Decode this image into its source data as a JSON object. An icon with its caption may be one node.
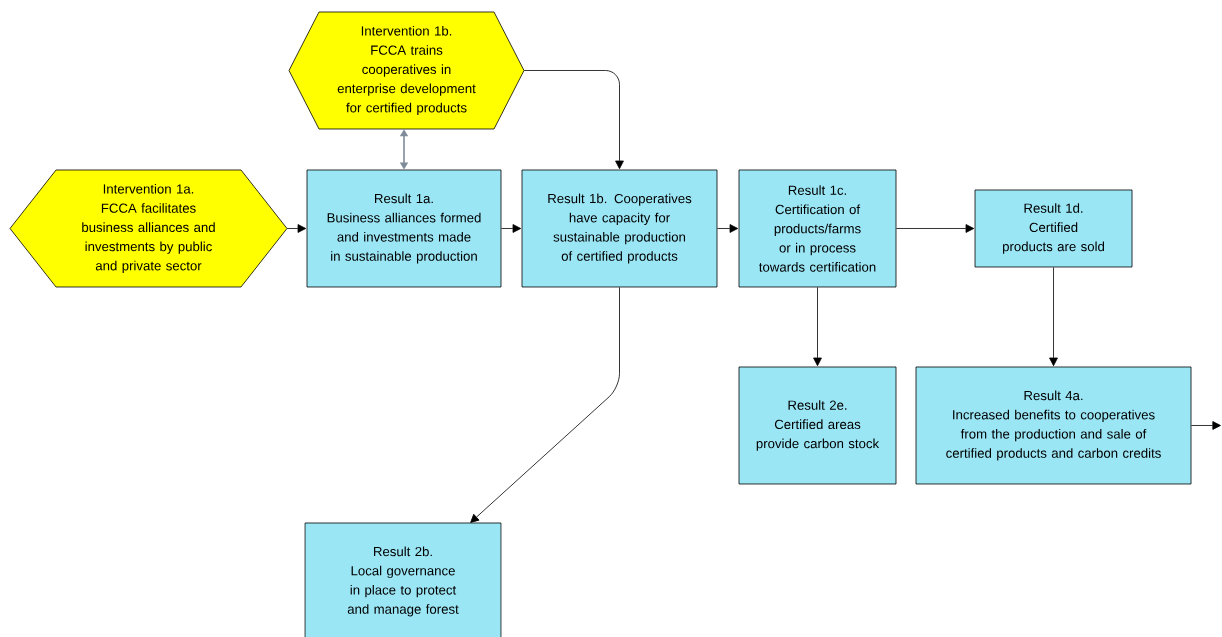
{
  "diagram": {
    "nodes": [
      {
        "text": [
          "Intervention 1b.",
          "FCCA trains cooperatives in enterprise development for certified products"
        ]
      },
      {
        "text": [
          "Intervention 1a.",
          "FCCA facilitates business alliances and investments by public and private sector"
        ]
      },
      {
        "text": [
          "Result 1a.",
          "Business alliances formed and investments made in sustainable production"
        ]
      },
      {
        "text": [
          "Result 1b. Cooperatives have capacity for sustainable production of certified products"
        ]
      },
      {
        "text": [
          "Result 1c.",
          "Certification of products/farms or in process towards certification"
        ]
      },
      {
        "text": [
          "Result 1d.",
          "Certified products are sold"
        ]
      },
      {
        "text": [
          "Result 2e.",
          "Certified areas provide carbon stock"
        ]
      },
      {
        "text": [
          "Result 4a.",
          "Increased benefits to cooperatives from the production and sale of certified products and carbon credits"
        ]
      },
      {
        "text": [
          "Result 2b.",
          "Local governance in place to protect and manage forest"
        ]
      }
    ],
    "edges": [
      {
        "from": 0,
        "to": 3,
        "arrow": "to"
      },
      {
        "from": 0,
        "to": 2,
        "arrow": "both",
        "color": "#7f8c99"
      },
      {
        "from": 1,
        "to": 2,
        "arrow": "to"
      },
      {
        "from": 2,
        "to": 3,
        "arrow": "to"
      },
      {
        "from": 3,
        "to": 4,
        "arrow": "to"
      },
      {
        "from": 4,
        "to": 5,
        "arrow": "to"
      },
      {
        "from": 4,
        "to": 6,
        "arrow": "to"
      },
      {
        "from": 5,
        "to": 7,
        "arrow": "to"
      },
      {
        "from": 3,
        "to": 8,
        "arrow": "to"
      },
      {
        "from": 7,
        "to": null,
        "arrow": "to"
      }
    ]
  }
}
